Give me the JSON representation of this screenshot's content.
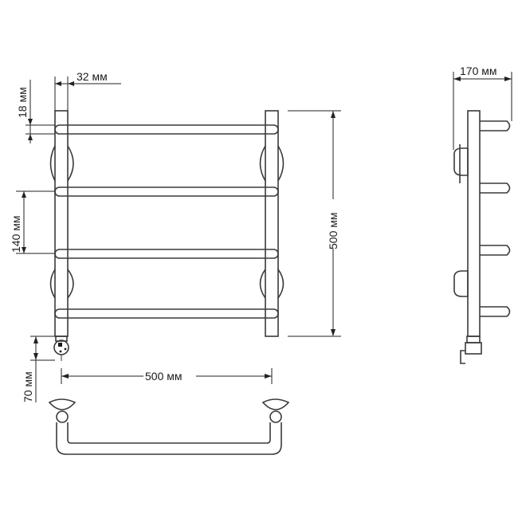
{
  "dimensions": {
    "post_width": "32 мм",
    "top_offset": "18 мм",
    "rung_spacing": "140 мм",
    "total_height": "500 мм",
    "bottom_offset": "70 мм",
    "total_width": "500 мм",
    "depth": "170 мм"
  },
  "colors": {
    "line": "#3a3a3a",
    "text": "#1a1a1a",
    "background": "#ffffff"
  }
}
